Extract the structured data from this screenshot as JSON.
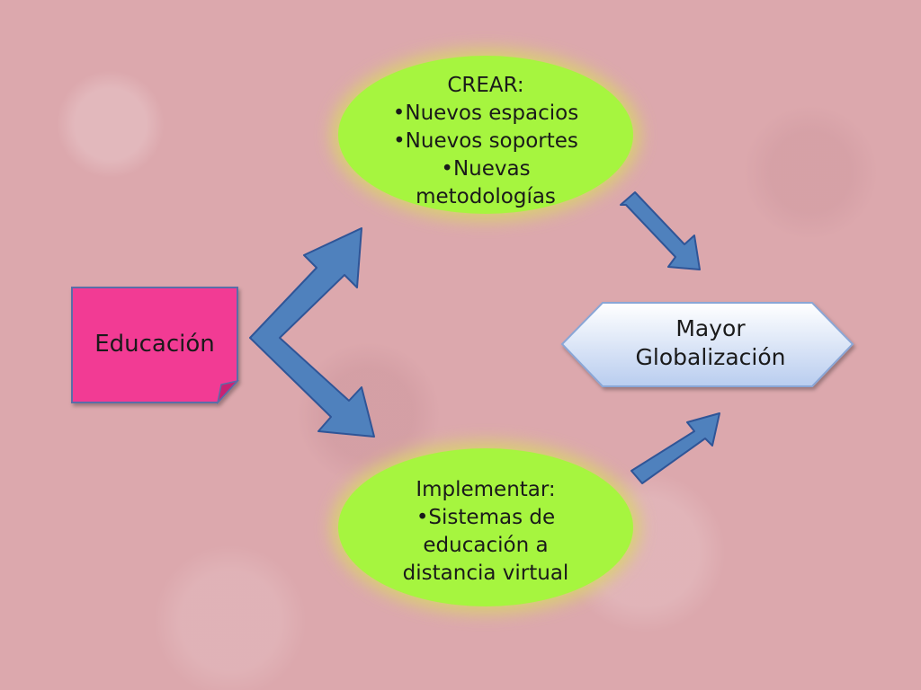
{
  "colors": {
    "background": "#dca8ad",
    "ellipse_fill": "#a6f53f",
    "ellipse_glow": "#d9d56a",
    "note_fill": "#f23a94",
    "note_border": "#5a6ea8",
    "arrow_fill": "#4f81bd",
    "arrow_stroke": "#2f5597",
    "hexagon_fill": "#dce6f7",
    "hexagon_stroke": "#8aa6d6"
  },
  "nodes": {
    "education": {
      "label": "Educación"
    },
    "create": {
      "lines": [
        "CREAR:",
        "•Nuevos espacios",
        "•Nuevos soportes",
        "•Nuevas",
        "metodologías"
      ]
    },
    "implement": {
      "lines": [
        "Implementar:",
        "•Sistemas de",
        "educación a",
        "distancia virtual"
      ]
    },
    "globalization": {
      "lines": [
        "Mayor",
        "Globalización"
      ]
    }
  }
}
